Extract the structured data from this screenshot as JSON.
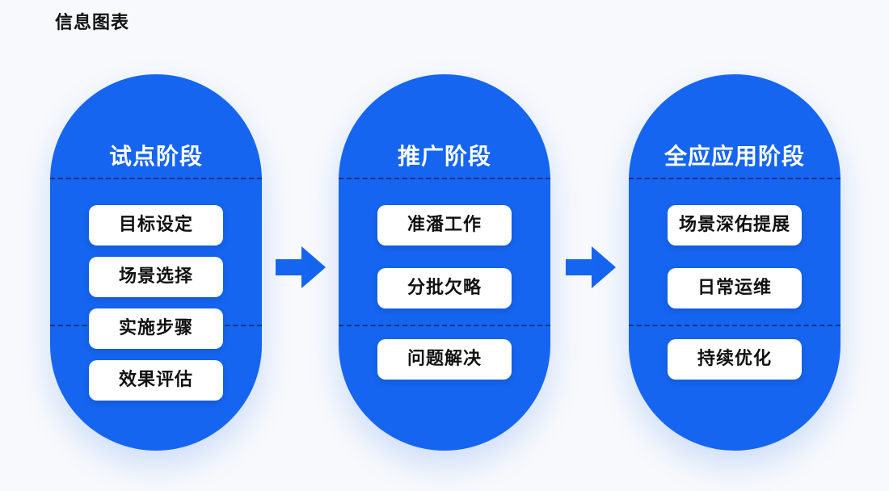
{
  "page": {
    "title": "信息图表"
  },
  "stages": [
    {
      "title": "试点阶段",
      "steps": [
        "目标设定",
        "场景选择",
        "实施步骤",
        "效果评估"
      ]
    },
    {
      "title": "推广阶段",
      "steps": [
        "准潘工作",
        "分批欠略",
        "问题解决"
      ]
    },
    {
      "title": "全应应用阶段",
      "steps": [
        "场景深佑提展",
        "日常运维",
        "持续优化"
      ]
    }
  ],
  "colors": {
    "stage_fill": "#1565f0",
    "arrow_fill": "#1565f0",
    "background": "#f7f9fc"
  },
  "icons": {
    "flow_arrow": "right-arrow-icon"
  }
}
